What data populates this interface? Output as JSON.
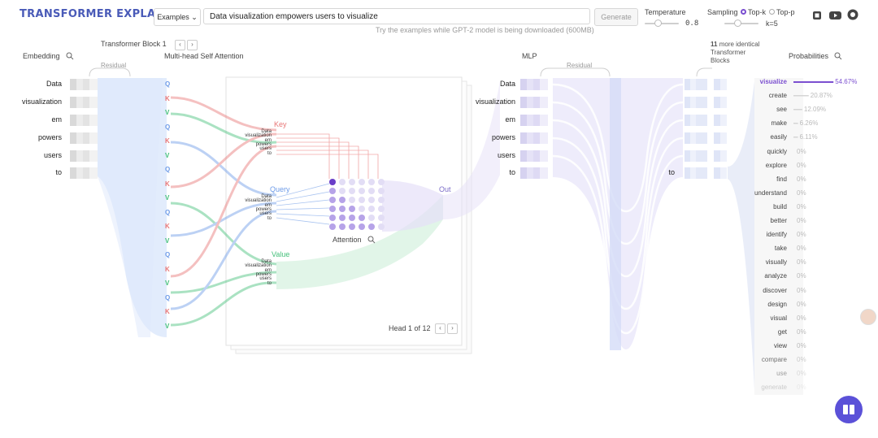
{
  "app": {
    "title": "TRANSFORMER EXPLAINER"
  },
  "toolbar": {
    "examples_label": "Examples",
    "prompt_value": "Data visualization empowers users to visualize",
    "generate_label": "Generate",
    "hint": "Try the examples while GPT-2 model is being downloaded (600MB)",
    "temperature_label": "Temperature",
    "temperature_value": "0.8",
    "sampling_label": "Sampling",
    "topk_label": "Top-k",
    "topp_label": "Top-p",
    "k_value": "k=5"
  },
  "sections": {
    "transformer_block": "Transformer Block 1",
    "embedding": "Embedding",
    "residual": "Residual",
    "attention": "Multi-head Self Attention",
    "mlp": "MLP",
    "mlp_residual": "Residual",
    "more_blocks_count": "11",
    "more_blocks_text": "more identical",
    "more_blocks_text2": "Transformer",
    "more_blocks_text3": "Blocks",
    "probabilities": "Probabilities",
    "key": "Key",
    "query": "Query",
    "value": "Value",
    "out": "Out",
    "attention_label": "Attention",
    "head_label": "Head 1 of 12"
  },
  "qkv_letters": {
    "q": "Q",
    "k": "K",
    "v": "V"
  },
  "tokens": [
    "Data",
    "visualization",
    "em",
    "powers",
    "users",
    "to"
  ],
  "final_token": "to",
  "probabilities": [
    {
      "token": "visualize",
      "value": "54.67%"
    },
    {
      "token": "create",
      "value": "20.87%"
    },
    {
      "token": "see",
      "value": "12.09%"
    },
    {
      "token": "make",
      "value": "6.26%"
    },
    {
      "token": "easily",
      "value": "6.11%"
    },
    {
      "token": "quickly",
      "value": "0%"
    },
    {
      "token": "explore",
      "value": "0%"
    },
    {
      "token": "find",
      "value": "0%"
    },
    {
      "token": "understand",
      "value": "0%"
    },
    {
      "token": "build",
      "value": "0%"
    },
    {
      "token": "better",
      "value": "0%"
    },
    {
      "token": "identify",
      "value": "0%"
    },
    {
      "token": "take",
      "value": "0%"
    },
    {
      "token": "visually",
      "value": "0%"
    },
    {
      "token": "analyze",
      "value": "0%"
    },
    {
      "token": "discover",
      "value": "0%"
    },
    {
      "token": "design",
      "value": "0%"
    },
    {
      "token": "visual",
      "value": "0%"
    },
    {
      "token": "get",
      "value": "0%"
    },
    {
      "token": "view",
      "value": "0%"
    },
    {
      "token": "compare",
      "value": "0%"
    },
    {
      "token": "use",
      "value": "0%"
    },
    {
      "token": "generate",
      "value": "0%"
    }
  ],
  "probability_fractions": [
    0.5467,
    0.2087,
    0.1209,
    0.0626,
    0.0611
  ],
  "colors": {
    "accent": "#7b4fd0",
    "q": "#6d9be8",
    "k": "#e87676",
    "v": "#44c07a"
  },
  "icons": {
    "zoom": "zoom-icon",
    "youtube": "youtube-icon",
    "github": "github-icon",
    "book": "book-icon"
  }
}
